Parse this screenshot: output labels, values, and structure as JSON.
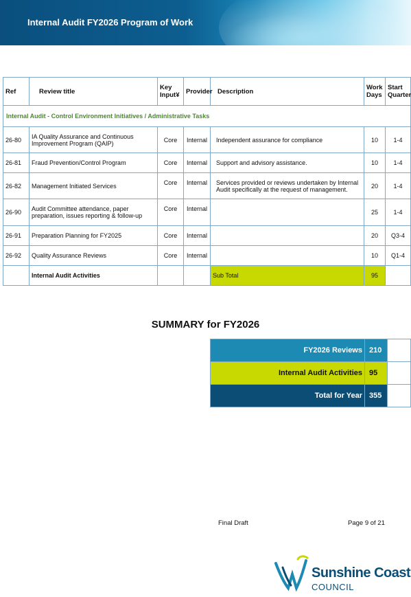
{
  "header": {
    "title": "Internal Audit FY2026 Program of Work"
  },
  "table": {
    "columns": [
      "Ref",
      "Review title",
      "Key Input¥",
      "Provider",
      "Description",
      "Work Days",
      "Start Quarter"
    ],
    "section_title": "Internal Audit - Control Environment Initiatives / Administrative Tasks",
    "rows": [
      {
        "ref": "26-80",
        "title": "IA Quality Assurance and Continuous Improvement Program (QAIP)",
        "key_input": "Core",
        "provider": "Internal",
        "description": "Independent assurance for compliance",
        "work_days": "10",
        "start_quarter": "1-4"
      },
      {
        "ref": "26-81",
        "title": "Fraud Prevention/Control Program",
        "key_input": "Core",
        "provider": "Internal",
        "description": "Support and advisory assistance.",
        "work_days": "10",
        "start_quarter": "1-4"
      },
      {
        "ref": "26-82",
        "title": "Management Initiated Services",
        "key_input": "Core",
        "provider": "Internal",
        "description": "Services provided or reviews undertaken by Internal Audit specifically at the request of management.",
        "work_days": "20",
        "start_quarter": "1-4"
      },
      {
        "ref": "26-90",
        "title": "Audit Committee attendance, paper preparation, issues reporting & follow-up",
        "key_input": "Core",
        "provider": "Internal",
        "description": "",
        "work_days": "25",
        "start_quarter": "1-4"
      },
      {
        "ref": "26-91",
        "title": "Preparation Planning for FY2025",
        "key_input": "Core",
        "provider": "Internal",
        "description": "",
        "work_days": "20",
        "start_quarter": "Q3-4"
      },
      {
        "ref": "26-92",
        "title": "Quality Assurance Reviews",
        "key_input": "Core",
        "provider": "Internal",
        "description": "",
        "work_days": "10",
        "start_quarter": "Q1-4"
      }
    ],
    "subtotal": {
      "label": "Internal Audit Activities",
      "desc": "Sub Total",
      "value": "95"
    }
  },
  "summary": {
    "title": "SUMMARY for FY2026",
    "rows": [
      {
        "label": "FY2026 Reviews",
        "value": "210"
      },
      {
        "label": "Internal Audit Activities",
        "value": "95"
      },
      {
        "label": "Total for Year",
        "value": "355"
      }
    ]
  },
  "footer": {
    "status": "Final Draft",
    "page": "Page 9 of 21"
  },
  "logo": {
    "line1": "Sunshine Coast",
    "line2": "COUNCIL"
  },
  "colors": {
    "header_dark": "#0a4f7e",
    "section_green": "#4a8a2e",
    "lime": "#c7d900",
    "summary_blue": "#1c8ab3",
    "summary_navy": "#0b4d74"
  }
}
